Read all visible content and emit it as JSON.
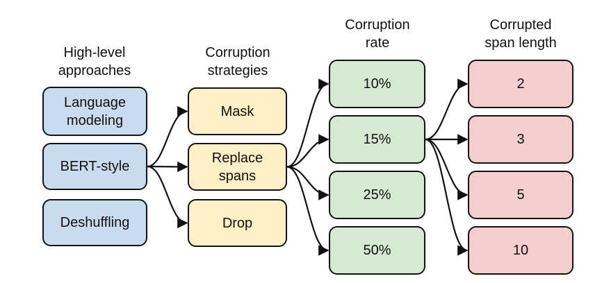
{
  "columns": [
    {
      "title": [
        "High-level",
        "approaches"
      ],
      "color": "#c9dcef",
      "nodes": [
        [
          "Language",
          "modeling"
        ],
        [
          "BERT-style"
        ],
        [
          "Deshuffling"
        ]
      ]
    },
    {
      "title": [
        "Corruption",
        "strategies"
      ],
      "color": "#fdefc6",
      "nodes": [
        [
          "Mask"
        ],
        [
          "Replace",
          "spans"
        ],
        [
          "Drop"
        ]
      ]
    },
    {
      "title": [
        "Corruption",
        "rate"
      ],
      "color": "#d6e9d3",
      "nodes": [
        [
          "10%"
        ],
        [
          "15%"
        ],
        [
          "25%"
        ],
        [
          "50%"
        ]
      ]
    },
    {
      "title": [
        "Corrupted",
        "span length"
      ],
      "color": "#f4cdcd",
      "nodes": [
        [
          "2"
        ],
        [
          "3"
        ],
        [
          "5"
        ],
        [
          "10"
        ]
      ]
    }
  ],
  "edges": [
    {
      "from": [
        0,
        1
      ],
      "to": [
        1,
        0
      ]
    },
    {
      "from": [
        0,
        1
      ],
      "to": [
        1,
        1
      ]
    },
    {
      "from": [
        0,
        1
      ],
      "to": [
        1,
        2
      ]
    },
    {
      "from": [
        1,
        1
      ],
      "to": [
        2,
        0
      ]
    },
    {
      "from": [
        1,
        1
      ],
      "to": [
        2,
        1
      ]
    },
    {
      "from": [
        1,
        1
      ],
      "to": [
        2,
        2
      ]
    },
    {
      "from": [
        1,
        1
      ],
      "to": [
        2,
        3
      ]
    },
    {
      "from": [
        2,
        1
      ],
      "to": [
        3,
        0
      ]
    },
    {
      "from": [
        2,
        1
      ],
      "to": [
        3,
        1
      ]
    },
    {
      "from": [
        2,
        1
      ],
      "to": [
        3,
        2
      ]
    },
    {
      "from": [
        2,
        1
      ],
      "to": [
        3,
        3
      ]
    }
  ]
}
